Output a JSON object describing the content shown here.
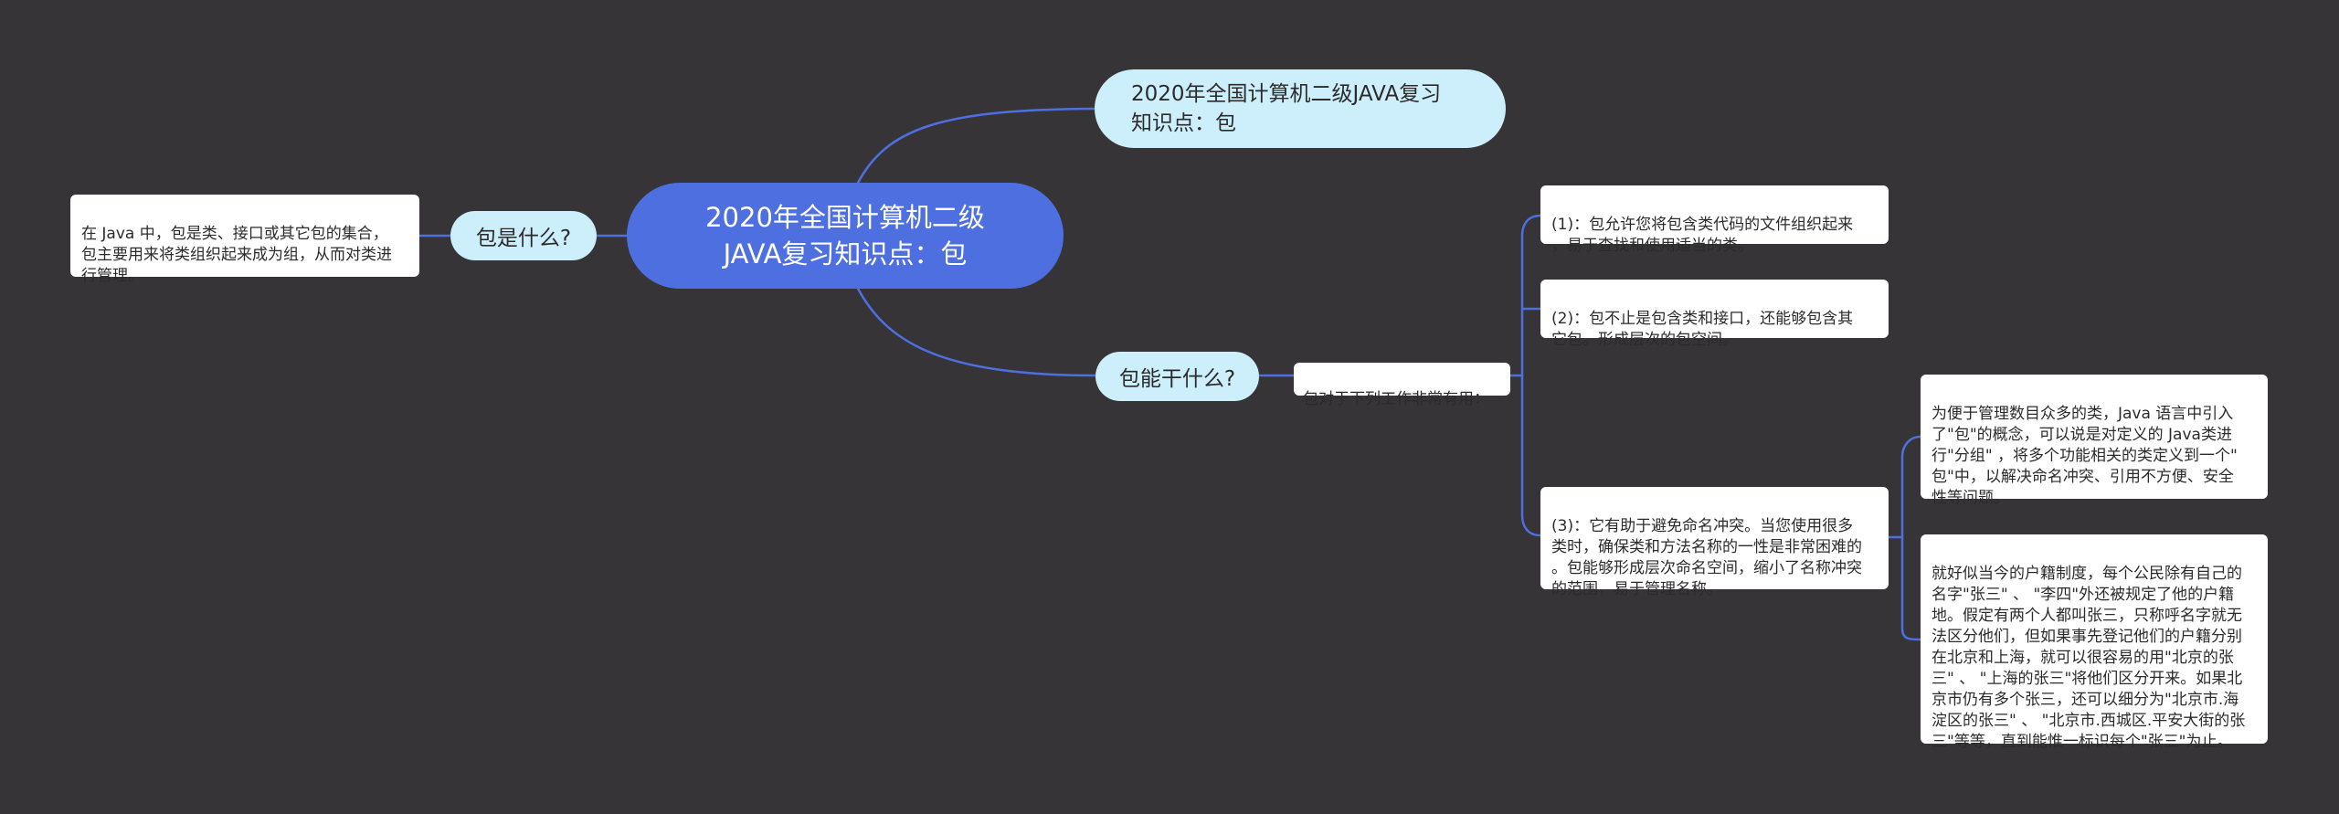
{
  "root": {
    "label": "2020年全国计算机二级\nJAVA复习知识点：包"
  },
  "title_node": {
    "label": "2020年全国计算机二级JAVA复习\n知识点：包"
  },
  "left_branch": {
    "label": "包是什么?",
    "detail": "在 Java 中，包是类、接口或其它包的集合，\n包主要用来将类组织起来成为组，从而对类进\n行管理。"
  },
  "right_branch": {
    "label": "包能干什么?",
    "intro": "包对于下列工作非常有用：",
    "items": [
      "(1)：包允许您将包含类代码的文件组织起来\n，易于查找和使用适当的类。",
      "(2)：包不止是包含类和接口，还能够包含其\n它包。形成层次的包空间。",
      "(3)：它有助于避免命名冲突。当您使用很多\n类时，确保类和方法名称的一性是非常困难的\n。包能够形成层次命名空间，缩小了名称冲突\n的范围，易于管理名称。"
    ],
    "sub_items": [
      "为便于管理数目众多的类，Java 语言中引入\n了\"包\"的概念，可以说是对定义的 Java类进\n行\"分组\" ，将多个功能相关的类定义到一个\"\n包\"中，以解决命名冲突、引用不方便、安全\n性等问题。",
      "就好似当今的户籍制度，每个公民除有自己的\n名字\"张三\" 、 \"李四\"外还被规定了他的户籍\n地。假定有两个人都叫张三，只称呼名字就无\n法区分他们，但如果事先登记他们的户籍分别\n在北京和上海，就可以很容易的用\"北京的张\n三\" 、 \"上海的张三\"将他们区分开来。如果北\n京市仍有多个张三，还可以细分为\"北京市.海\n淀区的张三\" 、 \"北京市.西城区.平安大街的张\n三\"等等，直到能惟一标识每个\"张三\"为止。"
    ]
  },
  "colors": {
    "background": "#363436",
    "root_fill": "#4e6fe0",
    "branch_fill": "#cdeefb",
    "card_fill": "#ffffff",
    "connector": "#4e6fe0"
  }
}
